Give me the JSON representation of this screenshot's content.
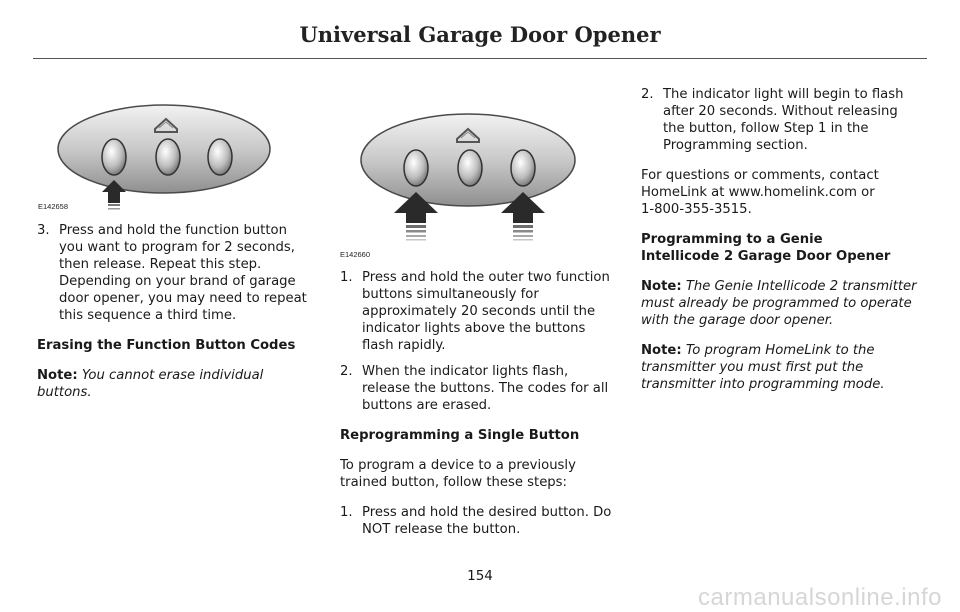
{
  "header": {
    "title": "Universal Garage Door Opener"
  },
  "figure1": {
    "code": "E142658"
  },
  "figure2": {
    "code": "E142660"
  },
  "col1": {
    "step3_num": "3.",
    "step3_text": "Press and hold the function button you want to program for 2 seconds, then release. Repeat this step. Depending on your brand of garage door opener, you may need to repeat this sequence a third time.",
    "heading_erase": "Erasing the Function Button Codes",
    "note_label": "Note:",
    "note_text": "You cannot erase individual buttons."
  },
  "col2": {
    "step1_num": "1.",
    "step1_text": "Press and hold the outer two function buttons simultaneously for approximately 20 seconds until the indicator lights above the buttons flash rapidly.",
    "step2_num": "2.",
    "step2_text": "When the indicator lights flash, release the buttons. The codes for all buttons are erased.",
    "heading_reprogram": "Reprogramming a Single Button",
    "intro": "To program a device to a previously trained button, follow these steps:",
    "stepb1_num": "1.",
    "stepb1_text": "Press and hold the desired button. Do NOT release the button."
  },
  "col3": {
    "step2_num": "2.",
    "step2_text": "The indicator light will begin to flash after 20 seconds. Without releasing the button, follow Step 1 in the Programming section.",
    "contact": "For questions or comments, contact HomeLink at www.homelink.com or 1-800-355-3515.",
    "heading_genie": "Programming to a Genie Intellicode 2 Garage Door Opener",
    "note1_label": "Note:",
    "note1_text": "The Genie Intellicode 2 transmitter must already be programmed to operate with the garage door opener.",
    "note2_label": "Note:",
    "note2_text": "To program HomeLink to the transmitter you must first put the transmitter into programming mode."
  },
  "footer": {
    "page_number": "154",
    "watermark": "carmanualsonline.info"
  }
}
